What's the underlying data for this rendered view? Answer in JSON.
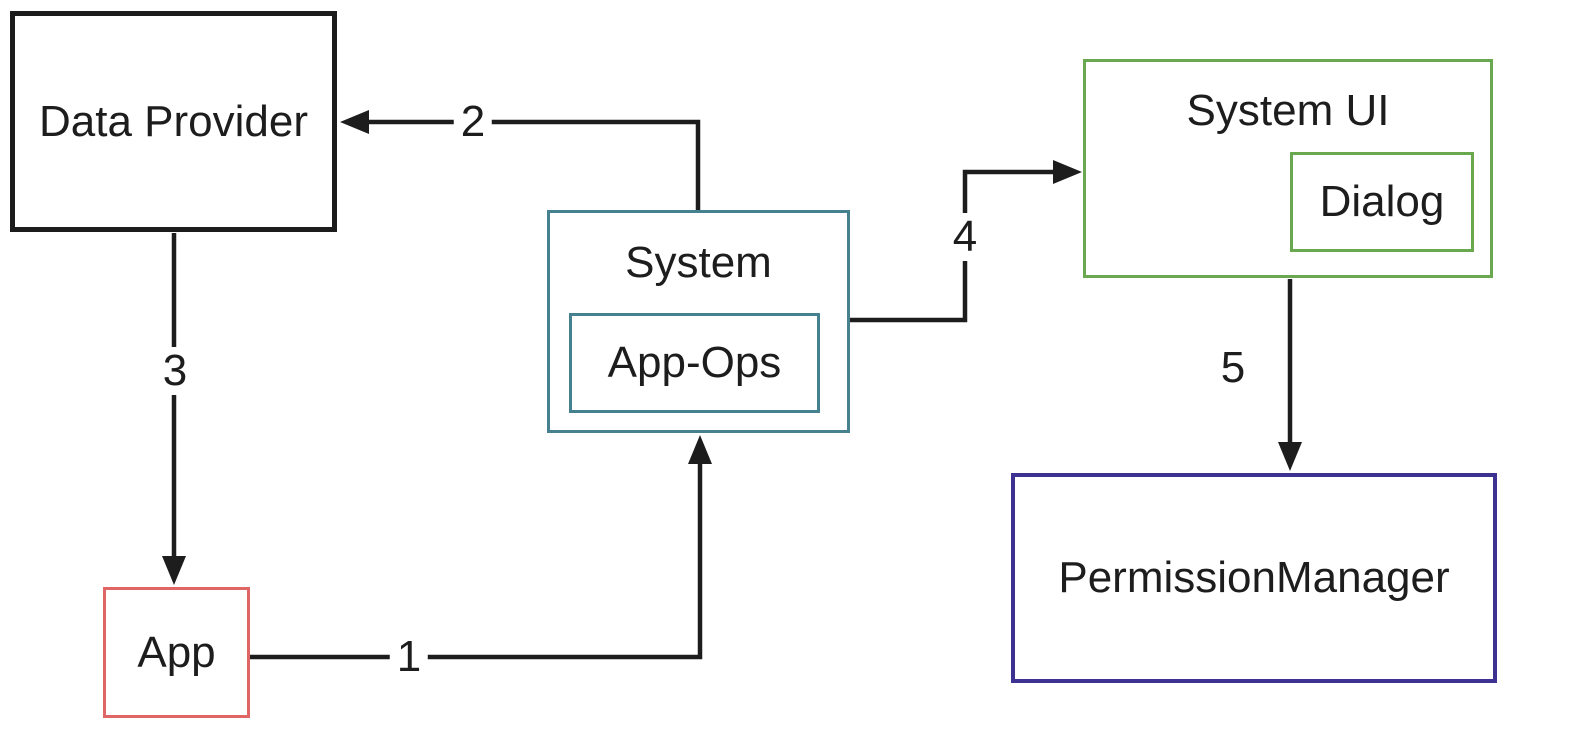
{
  "diagram": {
    "background_color": "#ffffff",
    "text_color": "#1d1d1d",
    "arrow_color": "#1d1d1d",
    "nodes": {
      "data_provider": {
        "label": "Data Provider",
        "border_color": "#1c1c1c"
      },
      "app": {
        "label": "App",
        "border_color": "#e06666"
      },
      "system": {
        "label": "System",
        "border_color": "#45818e"
      },
      "app_ops": {
        "label": "App-Ops",
        "border_color": "#45818e",
        "parent": "system"
      },
      "system_ui": {
        "label": "System UI",
        "border_color": "#6aa84f"
      },
      "dialog": {
        "label": "Dialog",
        "border_color": "#6aa84f",
        "parent": "system_ui"
      },
      "permission_manager": {
        "label": "PermissionManager",
        "border_color": "#3d3191"
      }
    },
    "edges": {
      "e1": {
        "label": "1",
        "from": "app",
        "to": "system"
      },
      "e2": {
        "label": "2",
        "from": "system",
        "to": "data_provider"
      },
      "e3": {
        "label": "3",
        "from": "data_provider",
        "to": "app"
      },
      "e4": {
        "label": "4",
        "from": "system",
        "to": "system_ui"
      },
      "e5": {
        "label": "5",
        "from": "system_ui",
        "to": "permission_manager"
      }
    }
  }
}
